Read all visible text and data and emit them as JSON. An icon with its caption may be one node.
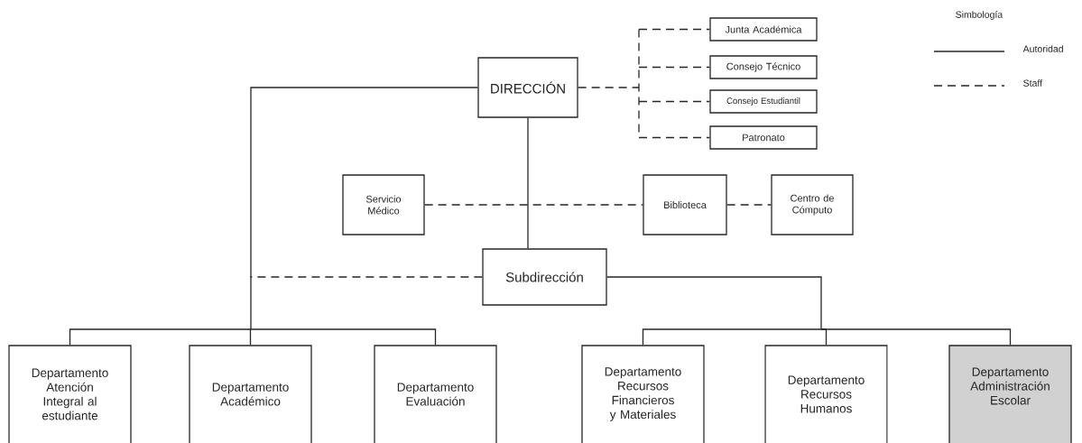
{
  "diagram": {
    "nodes": [
      {
        "text": [
          "DIRECCIÓN"
        ]
      },
      {
        "text": [
          "Junta Académica"
        ]
      },
      {
        "text": [
          "Consejo Técnico"
        ]
      },
      {
        "text": [
          "Consejo Estudiantil"
        ]
      },
      {
        "text": [
          "Patronato"
        ]
      },
      {
        "text": [
          "Servicio Médico"
        ]
      },
      {
        "text": [
          "Biblioteca"
        ]
      },
      {
        "text": [
          "Centro de Cómputo"
        ]
      },
      {
        "text": [
          "Subdirección"
        ]
      },
      {
        "text": [
          "Departamento Atención Integral al estudiante"
        ]
      },
      {
        "text": [
          "Departamento Académico"
        ]
      },
      {
        "text": [
          "Departamento Evaluación"
        ]
      },
      {
        "text": [
          "Departamento Recursos Financieros y Materiales"
        ]
      },
      {
        "text": [
          "Departamento Recursos Humanos"
        ]
      },
      {
        "text": [
          "Departamento Administración Escolar"
        ]
      }
    ],
    "edges": [
      {
        "from": 0,
        "to": 8,
        "arrow": "none"
      },
      {
        "from": 0,
        "to": 1,
        "arrow": "none",
        "style": "dashed"
      },
      {
        "from": 0,
        "to": 2,
        "arrow": "none",
        "style": "dashed"
      },
      {
        "from": 0,
        "to": 3,
        "arrow": "none",
        "style": "dashed"
      },
      {
        "from": 0,
        "to": 4,
        "arrow": "none",
        "style": "dashed"
      },
      {
        "from": 5,
        "to": 6,
        "arrow": "none",
        "style": "dashed"
      },
      {
        "from": 6,
        "to": 7,
        "arrow": "none",
        "style": "dashed"
      },
      {
        "from": 8,
        "to": null,
        "arrow": "none",
        "style": "dashed"
      },
      {
        "from": 0,
        "to": 9,
        "arrow": "none"
      },
      {
        "from": 0,
        "to": 10,
        "arrow": "none"
      },
      {
        "from": 0,
        "to": 11,
        "arrow": "none"
      },
      {
        "from": 8,
        "to": 12,
        "arrow": "none"
      },
      {
        "from": 8,
        "to": 13,
        "arrow": "none"
      },
      {
        "from": 8,
        "to": 14,
        "arrow": "none"
      }
    ],
    "labels": [
      "Simbología"
    ],
    "legend": [
      {
        "text": "Autoridad"
      },
      {
        "text": "Staff"
      }
    ]
  }
}
